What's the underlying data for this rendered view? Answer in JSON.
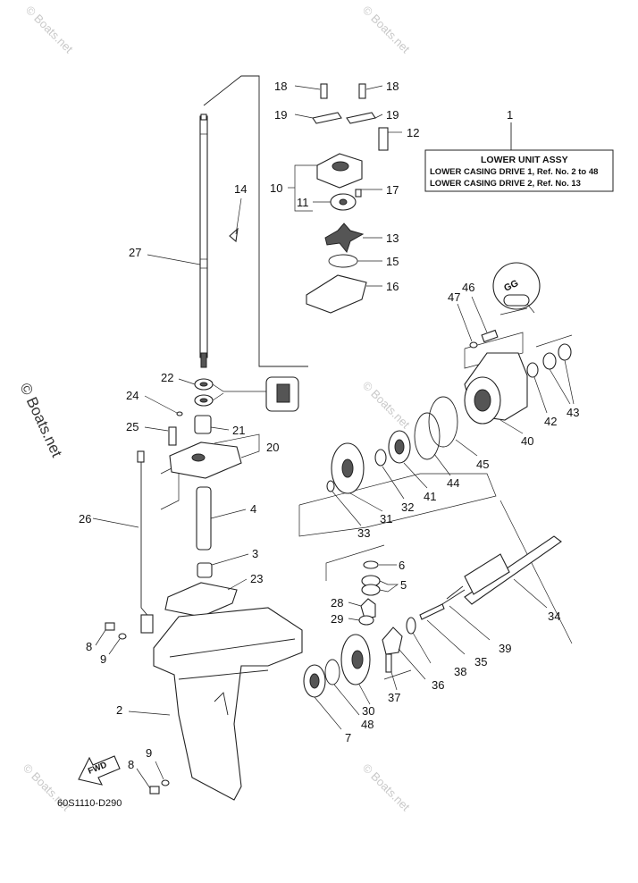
{
  "info_box": {
    "ref": "1",
    "title": "LOWER UNIT ASSY",
    "line1": "LOWER CASING DRIVE 1,  Ref. No. 2 to 48",
    "line2": "LOWER CASING DRIVE 2,  Ref. No. 13"
  },
  "callouts": {
    "c18a": "18",
    "c18b": "18",
    "c19a": "19",
    "c19b": "19",
    "c12": "12",
    "c10": "10",
    "c11": "11",
    "c17": "17",
    "c13": "13",
    "c15": "15",
    "c16": "16",
    "c14": "14",
    "c27": "27",
    "c22": "22",
    "c24": "24",
    "c21": "21",
    "c25": "25",
    "c20": "20",
    "c26": "26",
    "c4": "4",
    "c3": "3",
    "c23": "23",
    "c8a": "8",
    "c9a": "9",
    "c2": "2",
    "c8b": "8",
    "c9b": "9",
    "c47": "47",
    "c46": "46",
    "c43": "43",
    "c42": "42",
    "c40": "40",
    "c45": "45",
    "c44": "44",
    "c41": "41",
    "c32": "32",
    "c31": "31",
    "c33": "33",
    "c6": "6",
    "c5": "5",
    "c34": "34",
    "c28": "28",
    "c29": "29",
    "c39": "39",
    "c35": "35",
    "c38": "38",
    "c36": "36",
    "c37": "37",
    "c30": "30",
    "c48": "48",
    "c7": "7"
  },
  "fwd_label": "FWD",
  "grease_label": "GG",
  "diagram_code": "60S1110-D290",
  "watermark_side": "© Boats.net",
  "watermark": "© Boats.net"
}
